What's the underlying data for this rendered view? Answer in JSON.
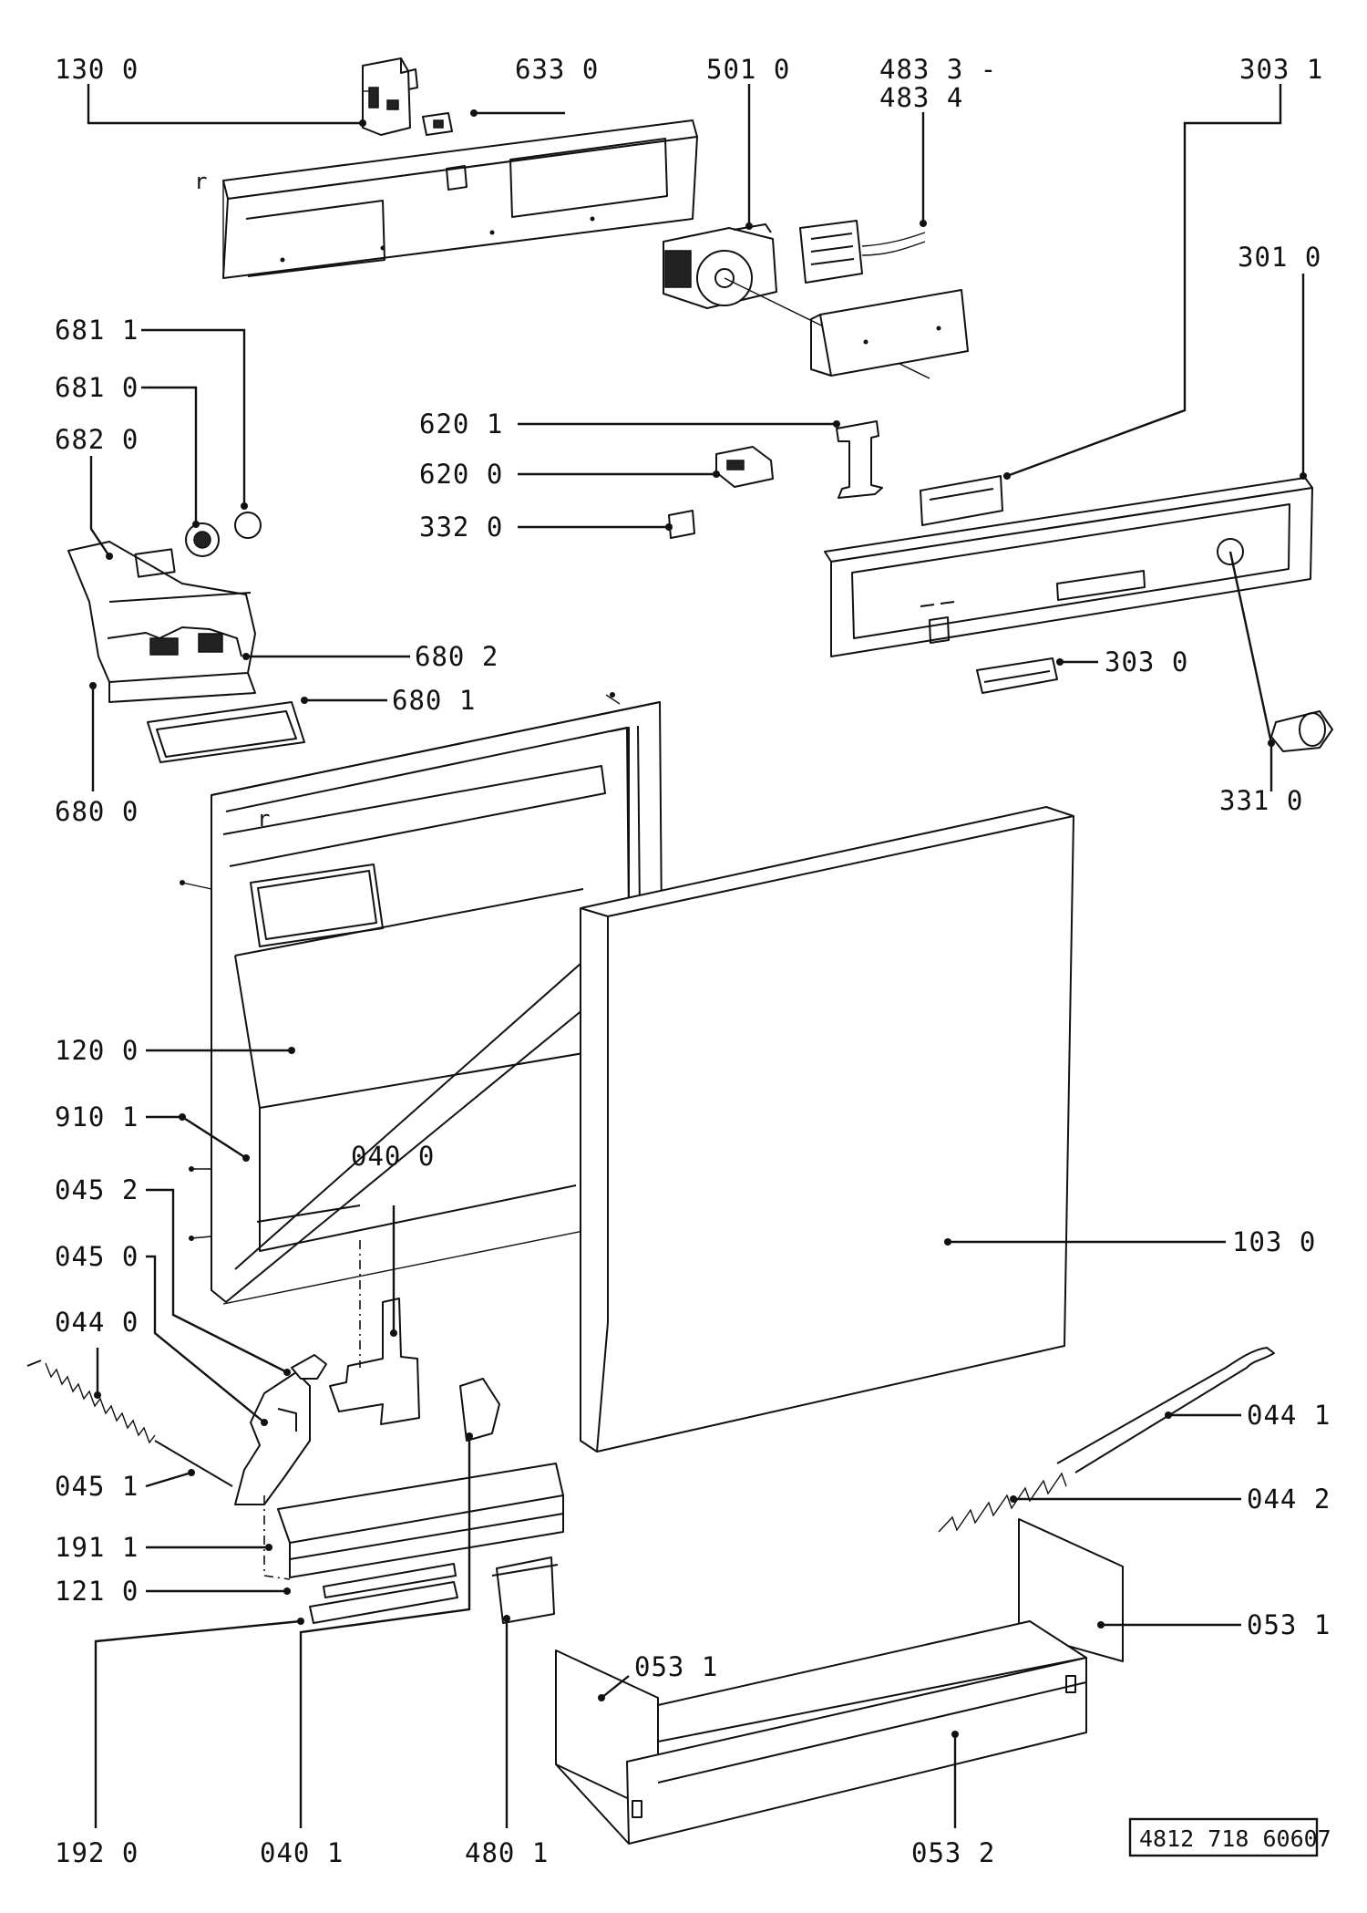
{
  "diagram": {
    "drawing_number": "4812 718 60607",
    "callouts": [
      {
        "id": "c-130-0",
        "label": "130  0"
      },
      {
        "id": "c-633-0",
        "label": "633  0"
      },
      {
        "id": "c-501-0",
        "label": "501  0"
      },
      {
        "id": "c-483-3",
        "label": "483 3 -"
      },
      {
        "id": "c-483-4",
        "label": "483 4"
      },
      {
        "id": "c-303-1",
        "label": "303  1"
      },
      {
        "id": "c-301-0",
        "label": "301  0"
      },
      {
        "id": "c-681-1",
        "label": "681  1"
      },
      {
        "id": "c-681-0",
        "label": "681  0"
      },
      {
        "id": "c-682-0",
        "label": "682  0"
      },
      {
        "id": "c-620-1",
        "label": "620  1"
      },
      {
        "id": "c-620-0",
        "label": "620  0"
      },
      {
        "id": "c-332-0",
        "label": "332  0"
      },
      {
        "id": "c-680-2",
        "label": "680  2"
      },
      {
        "id": "c-303-0",
        "label": "303  0"
      },
      {
        "id": "c-680-1",
        "label": "680  1"
      },
      {
        "id": "c-680-0",
        "label": "680  0"
      },
      {
        "id": "c-331-0",
        "label": "331  0"
      },
      {
        "id": "c-120-0",
        "label": "120  0"
      },
      {
        "id": "c-910-1",
        "label": "910  1"
      },
      {
        "id": "c-040-0",
        "label": "040  0"
      },
      {
        "id": "c-045-2",
        "label": "045  2"
      },
      {
        "id": "c-045-0",
        "label": "045  0"
      },
      {
        "id": "c-103-0",
        "label": "103  0"
      },
      {
        "id": "c-044-0",
        "label": "044  0"
      },
      {
        "id": "c-044-1",
        "label": "044  1"
      },
      {
        "id": "c-045-1",
        "label": "045  1"
      },
      {
        "id": "c-044-2",
        "label": "044  2"
      },
      {
        "id": "c-191-1",
        "label": "191 1"
      },
      {
        "id": "c-121-0",
        "label": "121  0"
      },
      {
        "id": "c-053-1-right",
        "label": "053  1"
      },
      {
        "id": "c-053-1-left",
        "label": "053  1"
      },
      {
        "id": "c-192-0",
        "label": "192  0"
      },
      {
        "id": "c-040-1",
        "label": "040  1"
      },
      {
        "id": "c-480-1",
        "label": "480  1"
      },
      {
        "id": "c-053-2",
        "label": "053  2"
      }
    ],
    "frame_marks": {
      "upper_bracket": "r",
      "door_frame": "r"
    }
  }
}
